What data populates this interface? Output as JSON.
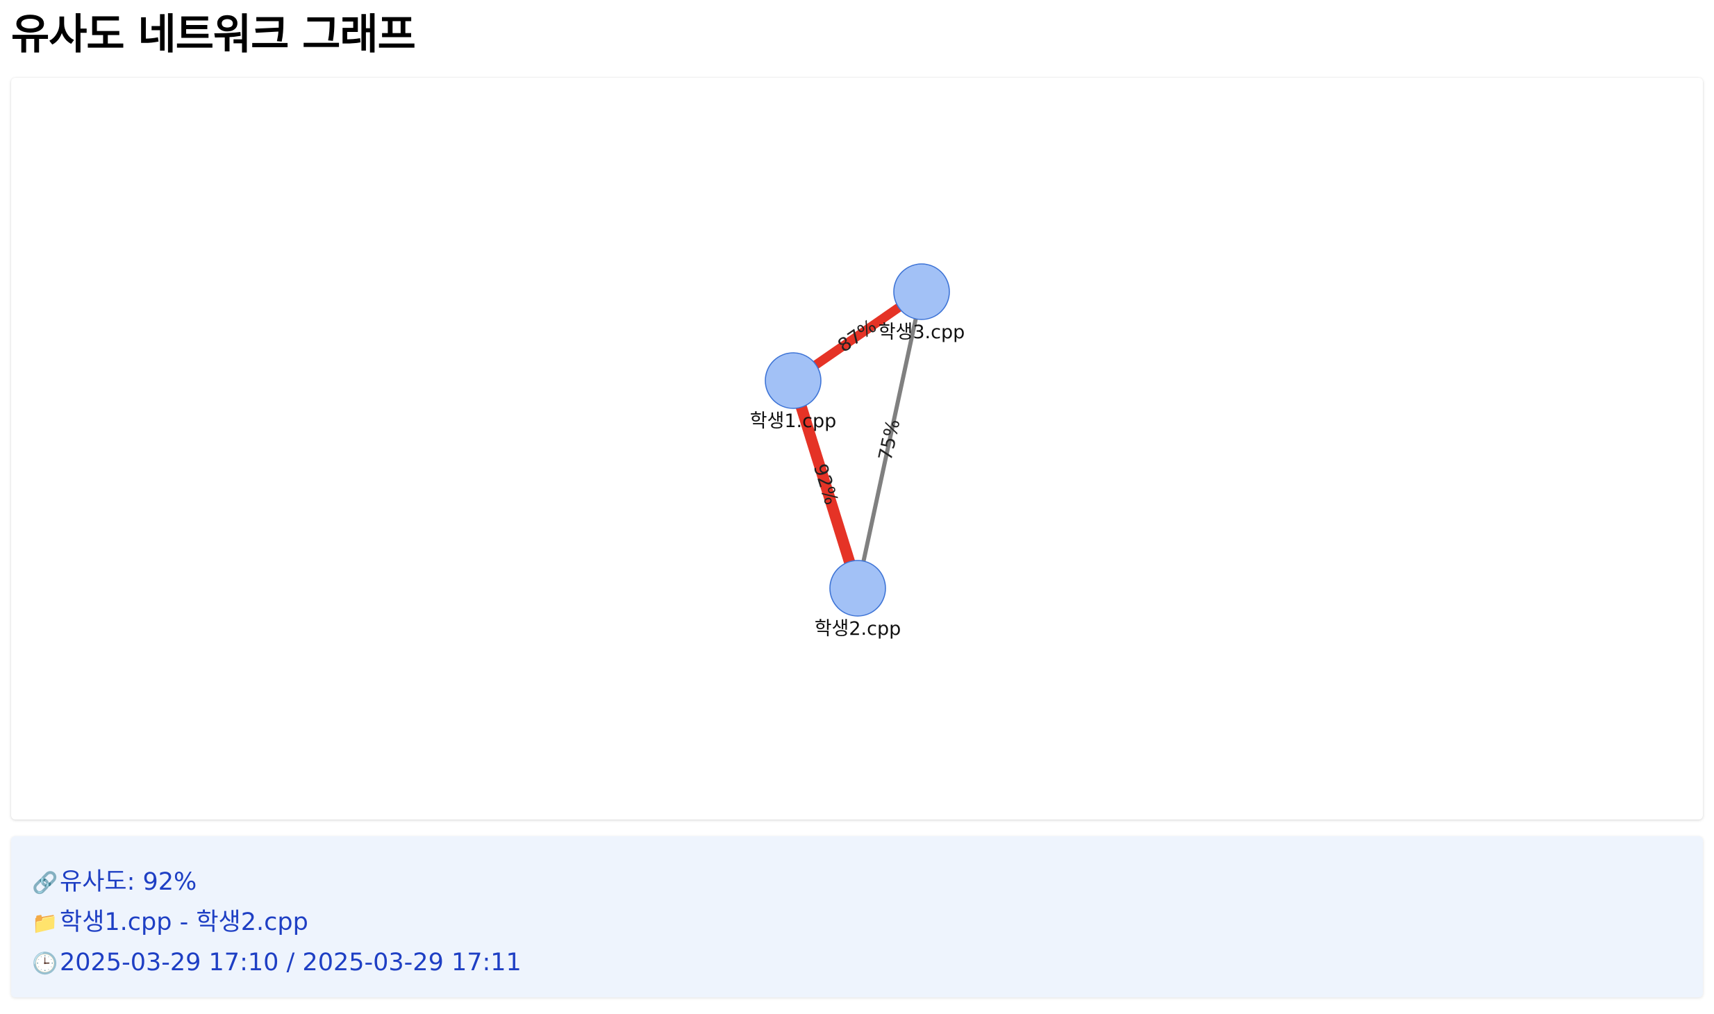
{
  "page": {
    "title": "유사도 네트워크 그래프"
  },
  "graph": {
    "colors": {
      "node_fill": "#a2c1f6",
      "node_stroke": "#3e74d6",
      "edge_high": "#e53326",
      "edge_low": "#808080"
    },
    "nodes": [
      {
        "id": "s1",
        "label": "학생1.cpp"
      },
      {
        "id": "s2",
        "label": "학생2.cpp"
      },
      {
        "id": "s3",
        "label": "학생3.cpp"
      }
    ],
    "edges": [
      {
        "source": "s1",
        "target": "s2",
        "similarity": 92,
        "label": "92%",
        "color": "#e53326"
      },
      {
        "source": "s1",
        "target": "s3",
        "similarity": 87,
        "label": "87%",
        "color": "#e53326"
      },
      {
        "source": "s3",
        "target": "s2",
        "similarity": 75,
        "label": "75%",
        "color": "#808080"
      }
    ]
  },
  "info": {
    "similarity_icon": "link-icon",
    "similarity_text": "유사도: 92%",
    "files_icon": "folder-icon",
    "files_text": "학생1.cpp - 학생2.cpp",
    "time_icon": "clock-icon",
    "time_text": "2025-03-29 17:10 / 2025-03-29 17:11"
  }
}
